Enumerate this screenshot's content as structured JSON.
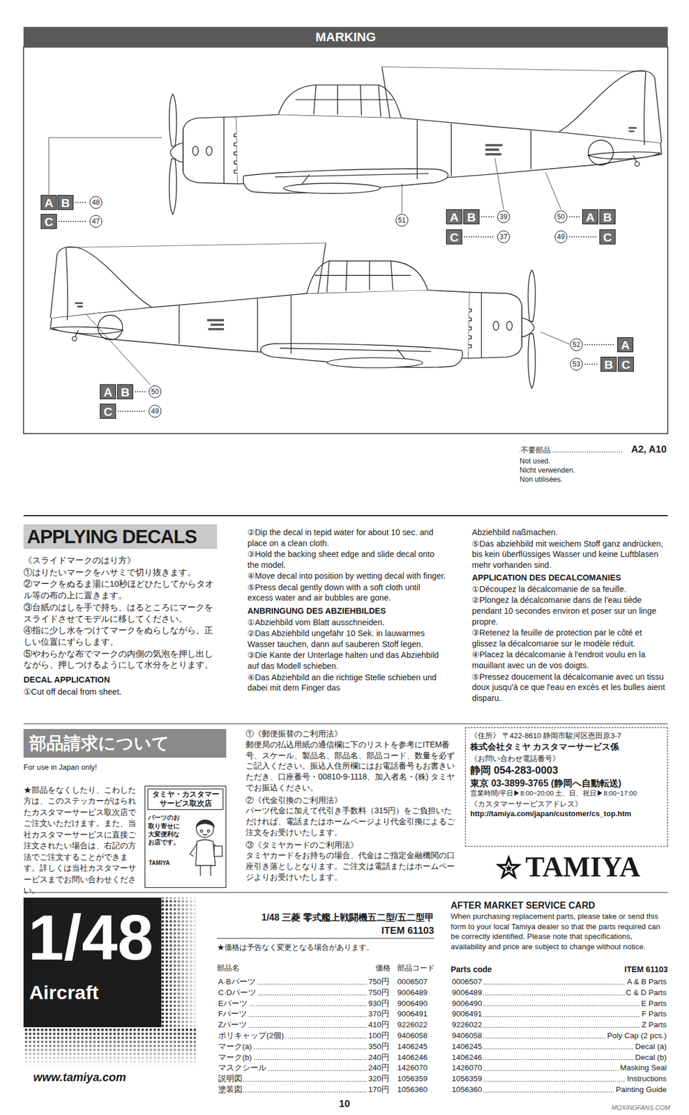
{
  "diagram": {
    "title": "MARKING",
    "nodes": [
      {
        "text": [
          "A"
        ]
      },
      {
        "text": [
          "B"
        ]
      },
      {
        "text": [
          "48"
        ]
      },
      {
        "text": [
          "C"
        ]
      },
      {
        "text": [
          "47"
        ]
      },
      {
        "text": [
          "51"
        ]
      },
      {
        "text": [
          "A"
        ]
      },
      {
        "text": [
          "B"
        ]
      },
      {
        "text": [
          "39"
        ]
      },
      {
        "text": [
          "C"
        ]
      },
      {
        "text": [
          "37"
        ]
      },
      {
        "text": [
          "50"
        ]
      },
      {
        "text": [
          "A"
        ]
      },
      {
        "text": [
          "B"
        ]
      },
      {
        "text": [
          "49"
        ]
      },
      {
        "text": [
          "C"
        ]
      },
      {
        "text": [
          "52"
        ]
      },
      {
        "text": [
          "A"
        ]
      },
      {
        "text": [
          "53"
        ]
      },
      {
        "text": [
          "B"
        ]
      },
      {
        "text": [
          "C"
        ]
      },
      {
        "text": [
          "A"
        ]
      },
      {
        "text": [
          "B"
        ]
      },
      {
        "text": [
          "50"
        ]
      },
      {
        "text": [
          "C"
        ]
      },
      {
        "text": [
          "49"
        ]
      },
      {
        "text": [
          "APPLYING DECALS"
        ]
      },
      {
        "text": [
          "部品請求について"
        ]
      },
      {
        "text": [
          "タミヤ・カスタマーサービス取次店",
          "パーツのお取り寄せに大変便利なお店です。",
          "TAMIYA"
        ]
      },
      {
        "text": [
          "《住所》 〒422-8610 静岡市駿河区恩田原3-7",
          "株式会社タミヤ カスタマーサービス係",
          "《お問い合わせ電話番号》",
          "静岡 054-283-0003",
          "東京 03-3899-3765 (静岡へ自動転送)",
          "営業時間/平日▶8:00~20:00 土、日、祝日▶8:00~17:00",
          "《カスタマーサービスアドレス》",
          "http://tamiya.com/japan/customer/cs_top.htm"
        ]
      },
      {
        "text": [
          "1/48",
          "Aircraft"
        ]
      }
    ],
    "edges": [
      {
        "from": 1,
        "to": 2,
        "arrow": "none"
      },
      {
        "from": 3,
        "to": 4,
        "arrow": "none"
      },
      {
        "from": 7,
        "to": 8,
        "arrow": "none"
      },
      {
        "from": 9,
        "to": 10,
        "arrow": "none"
      },
      {
        "from": 11,
        "to": 12,
        "arrow": "none"
      },
      {
        "from": 14,
        "to": 15,
        "arrow": "none"
      },
      {
        "from": 16,
        "to": 17,
        "arrow": "none"
      },
      {
        "from": 18,
        "to": 19,
        "arrow": "none"
      },
      {
        "from": 22,
        "to": 23,
        "arrow": "none"
      },
      {
        "from": 24,
        "to": 25,
        "arrow": "none"
      }
    ],
    "labels": [
      "不要部品",
      "A2, A10",
      "Not used.",
      "Nicht verwenden.",
      "Non utilisées.",
      "《スライドマークのはり方》",
      "①はりたいマークをハサミで切り抜きます。",
      "②マークをぬるま湯に10秒ほどひたしてからタオル等の布の上に置きます。",
      "③台紙のはしを手で持ち、はるところにマークをスライドさせてモデルに移してください。",
      "④指に少し水をつけてマークをぬらしながら、正しい位置にずらします。",
      "⑤やわらかな布でマークの内側の気泡を押し出しながら、押しつけるようにして水分をとります。",
      "DECAL APPLICATION",
      "①Cut off decal from sheet.",
      "②Dip the decal in tepid water for about 10 sec. and place on a clean cloth.",
      "③Hold the backing sheet edge and slide decal onto the model.",
      "④Move decal into position by wetting decal with finger.",
      "⑤Press decal gently down with a soft cloth until excess water and air bubbles are gone.",
      "ANBRINGUNG DES ABZIEHBILDES",
      "①Abziehbild vom Blatt ausschneiden.",
      "②Das Abziehbild ungefähr 10 Sek. in lauwarmes Wasser tauchen, dann auf sauberen Stoff legen.",
      "③Die Kante der Unterlage halten und das Abziehbild auf das Modell schieben.",
      "④Das Abziehbild an die richtige Stelle schieben und dabei mit dem Finger das",
      "Abziehbild naßmachen.",
      "⑤Das abziehbild mit weichem Stoff ganz andrücken, bis kein überflüssiges Wasser und keine Luftblasen mehr vorhanden sind.",
      "APPLICATION DES DECALCOMANIES",
      "①Découpez la décalcomanie de sa feuille.",
      "②Plongez la décalcomanie dans de l'eau tiède pendant 10 secondes environ et poser sur un linge propre.",
      "③Retenez la feuille de protection par le côté et glissez la décalcomanie sur le modèle réduit.",
      "④Placez la décalcomanie à l'endroit voulu en la mouillant avec un de vos doigts.",
      "⑤Pressez doucement la décalcomanie avec un tissu doux jusqu'à ce que l'eau en excès et les bulles aient disparu.",
      "For use in Japan only!",
      "★部品をなくしたり、こわした方は、このステッカーがはられたカスタマーサービス取次店でご注文いただけます。また、当社カスタマーサービスに直接ご注文されたい場合は、右記の方法でご注文することができます。詳しくは当社カスタマーサービスまでお問い合わせください。",
      "①《郵便振替のご利用法》",
      "郵便局の払込用紙の通信欄に下のリストを参考にITEM番号、スケール、製品名、部品名、部品コード、数量を必ずご記入ください。振込人住所欄にはお電話番号もお書きいただき、口座番号・00810-9-1118、加入者名・(株) タミヤでお振込ください。",
      "②《代金引換のご利用法》",
      "パーツ代金に加えて代引き手数料（315円）をご負担いただければ、電話またはホームページより代金引換によるご注文をお受けいたします。",
      "③《タミヤカードのご利用法》",
      "タミヤカードをお持ちの場合、代金はご指定金融機関の口座引き落としとなります。ご注文は電話またはホームページよりお受けいたします。",
      "TAMIYA",
      "www.tamiya.com",
      "1/48 三菱 零式艦上戦闘機五二型/五二型甲",
      "ITEM 61103",
      "★価格は予告なく変更となる場合があります。",
      "部品名",
      "価格",
      "部品コード",
      "A·Bパーツ",
      "750円",
      "0006507",
      "C·Dパーツ",
      "750円",
      "9006489",
      "Eパーツ",
      "930円",
      "9006490",
      "Fパーツ",
      "370円",
      "9006491",
      "Zパーツ",
      "410円",
      "9226022",
      "ポリキャップ(2個)",
      "100円",
      "9406058",
      "マーク(a)",
      "350円",
      "1406245",
      "マーク(b)",
      "240円",
      "1406246",
      "マスクシール",
      "240円",
      "1426070",
      "説明図",
      "320円",
      "1056359",
      "塗装図",
      "170円",
      "1056360",
      "AFTER MARKET SERVICE CARD",
      "When purchasing replacement parts, please take or send this form to your local Tamiya dealer so that the parts required can be correctly identified. Please note that specifications, availability and price are subject to change without notice.",
      "Parts code",
      "ITEM 61103",
      "0006507",
      "A & B Parts",
      "9006489",
      "C & D Parts",
      "9006490",
      "E Parts",
      "9006491",
      "F Parts",
      "9226022",
      "Z Parts",
      "9406058",
      "Poly Cap (2 pcs.)",
      "1406245",
      "Decal (a)",
      "1406246",
      "Decal (b)",
      "1426070",
      "Masking Seal",
      "1056359",
      "Instructions",
      "1056360",
      "Painting Guide",
      "10",
      "MOXINGFANS.COM"
    ]
  }
}
